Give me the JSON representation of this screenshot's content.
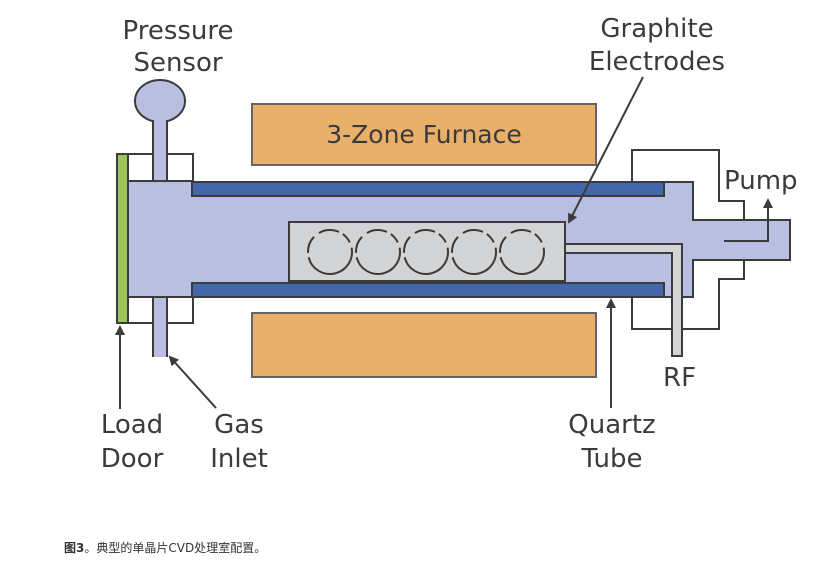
{
  "figure": {
    "labels": {
      "pressure_sensor": [
        "Pressure",
        "Sensor"
      ],
      "graphite_electrodes": [
        "Graphite",
        "Electrodes"
      ],
      "furnace": "3-Zone Furnace",
      "pump": "Pump",
      "rf": "RF",
      "load_door": [
        "Load",
        "Door"
      ],
      "gas_inlet": [
        "Gas",
        "Inlet"
      ],
      "quartz_tube": [
        "Quartz",
        "Tube"
      ]
    },
    "electrode_count": 5,
    "colors": {
      "gas": "#b8bfe1",
      "quartz": "#4466aa",
      "furnace": "#e8b06b",
      "door": "#9cc659",
      "holder": "#d3d4d6",
      "outline": "#3b3b3b"
    }
  },
  "caption": {
    "prefix": "图3",
    "text": "。典型的单晶片CVD处理室配置。"
  }
}
